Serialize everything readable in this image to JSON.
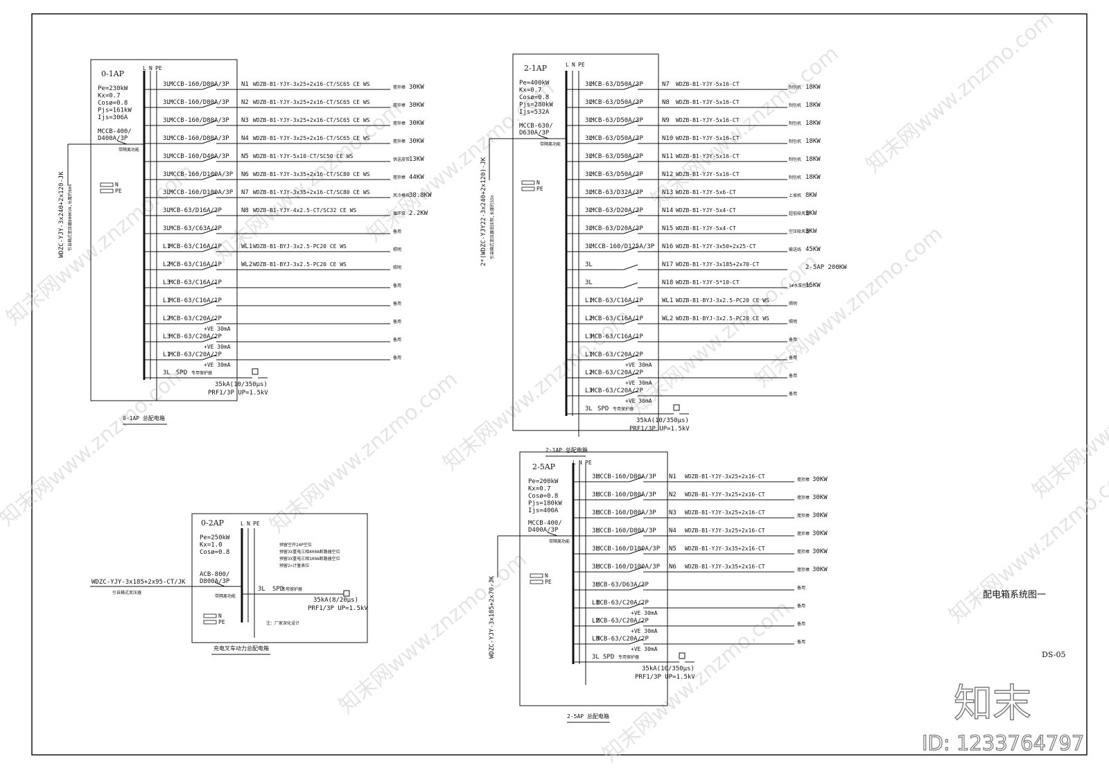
{
  "sheet": {
    "title": "配电箱系统图一",
    "drawing_no": "DS-05",
    "logo": "知末",
    "id_text": "ID: 1233764797",
    "watermark": "知末网www.znzmo.com"
  },
  "labels": {
    "phase_header": [
      "L",
      "N",
      "PE"
    ],
    "n_bar": "N",
    "pe_bar": "PE",
    "isolation": "带隔离功能",
    "spd_note": "专用保护器"
  },
  "boxes": [
    {
      "id": "0-1AP",
      "caption": "0-1AP 总配电箱",
      "specs": [
        "Pe=230kW",
        "Kx=0.7",
        "Cosø=0.8",
        "Pjs=161kW",
        "Ijs=306A"
      ],
      "main_breaker": [
        "MCCB-400/",
        "D400A/3P"
      ],
      "incoming": "WDZC-YJY-3x240+2x120-JK",
      "incoming_note": "引自箱式变压器800KVA,长度约60m",
      "spd": {
        "phase": "3L",
        "label": "SPD",
        "rating": "35kA(10/350μs)",
        "prf": "PRF1/3P UP=1.5kV"
      },
      "circuits": [
        {
          "phase": "3L",
          "breaker": "MCCB-160/D80A/3P",
          "id": "N1",
          "cable": "WDZB-B1-YJY-3x25+2x16-CT/SC65 CE WS",
          "load": "搅拌棒",
          "power": "30KW"
        },
        {
          "phase": "3L",
          "breaker": "MCCB-160/D80A/3P",
          "id": "N2",
          "cable": "WDZB-B1-YJY-3x25+2x16-CT/SC65 CE WS",
          "load": "搅拌棒",
          "power": "30KW"
        },
        {
          "phase": "3L",
          "breaker": "MCCB-160/D80A/3P",
          "id": "N3",
          "cable": "WDZB-B1-YJY-3x25+2x16-CT/SC65 CE WS",
          "load": "搅拌棒",
          "power": "30KW"
        },
        {
          "phase": "3L",
          "breaker": "MCCB-160/D80A/3P",
          "id": "N4",
          "cable": "WDZB-B1-YJY-3x25+2x16-CT/SC65 CE WS",
          "load": "搅拌棒",
          "power": "30KW"
        },
        {
          "phase": "3L",
          "breaker": "MCCB-160/D40A/3P",
          "id": "N5",
          "cable": "WDZB-B1-YJY-5x10-CT/SC50 CE WS",
          "load": "供送皮带",
          "power": "13KW"
        },
        {
          "phase": "3L",
          "breaker": "MCCB-160/D100A/3P",
          "id": "N6",
          "cable": "WDZB-B1-YJY-3x35+2x16-CT/SC80 CE WS",
          "load": "搅拌棒",
          "power": "44KW"
        },
        {
          "phase": "3L",
          "breaker": "MCCB-160/D100A/3P",
          "id": "N7",
          "cable": "WDZB-B1-YJY-3x35+2x16-CT/SC80 CE WS",
          "load": "风冷模块",
          "power": "38.8KW"
        },
        {
          "phase": "3L",
          "breaker": "MCB-63/D16A/3P",
          "id": "N8",
          "cable": "WDZB-B1-YJY-4x2.5-CT/SC32 CE WS",
          "load": "循环泵",
          "power": "2.2KW"
        },
        {
          "phase": "3L",
          "breaker": "MCB-63/C63A/3P",
          "id": "",
          "cable": "",
          "load": "备用",
          "power": ""
        },
        {
          "phase": "L1",
          "breaker": "MCB-63/C16A/1P",
          "id": "WL1",
          "cable": "WDZB-B1-BYJ-3x2.5-PC20 CE WS",
          "load": "照明",
          "power": ""
        },
        {
          "phase": "L2",
          "breaker": "MCB-63/C16A/1P",
          "id": "WL2",
          "cable": "WDZB-B1-BYJ-3x2.5-PC20 CE WS",
          "load": "照明",
          "power": ""
        },
        {
          "phase": "L3",
          "breaker": "MCB-63/C16A/1P",
          "id": "",
          "cable": "",
          "load": "备用",
          "power": ""
        },
        {
          "phase": "L1",
          "breaker": "MCB-63/C16A/1P",
          "id": "",
          "cable": "",
          "load": "备用",
          "power": ""
        },
        {
          "phase": "L2",
          "breaker": "MCB-63/C20A/2P",
          "rcd": "+VE 30mA",
          "id": "",
          "cable": "",
          "load": "备用",
          "power": ""
        },
        {
          "phase": "L3",
          "breaker": "MCB-63/C20A/2P",
          "rcd": "+VE 30mA",
          "id": "",
          "cable": "",
          "load": "备用",
          "power": ""
        },
        {
          "phase": "L1",
          "breaker": "MCB-63/C20A/2P",
          "rcd": "+VE 30mA",
          "id": "",
          "cable": "",
          "load": "备用",
          "power": ""
        }
      ]
    },
    {
      "id": "2-1AP",
      "caption": "2-1AP 总配电箱",
      "specs": [
        "Pe=400kW",
        "Kx=0.7",
        "Cosø=0.8",
        "Pjs=280kW",
        "Ijs=532A"
      ],
      "main_breaker": [
        "MCCB-630/",
        "D630A/3P"
      ],
      "incoming": "2*(WDZC-YJY22-3x240+2x120)-JK",
      "incoming_note": "引自箱式变压器低压侧,长度约55m",
      "spd": {
        "phase": "3L",
        "label": "SPD",
        "rating": "35kA(10/350μs)",
        "prf": "PRF1/3P UP=1.5kV"
      },
      "circuits": [
        {
          "phase": "3L",
          "breaker": "MCB-63/D50A/3P",
          "id": "N7",
          "cable": "WDZB-B1-YJY-5x16-CT",
          "load": "制包机",
          "power": "18KW"
        },
        {
          "phase": "3L",
          "breaker": "MCB-63/D50A/3P",
          "id": "N8",
          "cable": "WDZB-B1-YJY-5x16-CT",
          "load": "制包机",
          "power": "18KW"
        },
        {
          "phase": "3L",
          "breaker": "MCB-63/D50A/3P",
          "id": "N9",
          "cable": "WDZB-B1-YJY-5x16-CT",
          "load": "制包机",
          "power": "18KW"
        },
        {
          "phase": "3L",
          "breaker": "MCB-63/D50A/3P",
          "id": "N10",
          "cable": "WDZB-B1-YJY-5x16-CT",
          "load": "制包机",
          "power": "18KW"
        },
        {
          "phase": "3L",
          "breaker": "MCB-63/D50A/3P",
          "id": "N11",
          "cable": "WDZB-B1-YJY-5x16-CT",
          "load": "制包机",
          "power": "18KW"
        },
        {
          "phase": "3L",
          "breaker": "MCB-63/D50A/3P",
          "id": "N12",
          "cable": "WDZB-B1-YJY-5x16-CT",
          "load": "制包机",
          "power": "18KW"
        },
        {
          "phase": "3L",
          "breaker": "MCB-63/D32A/3P",
          "id": "N13",
          "cable": "WDZB-B1-YJY-5x6-CT",
          "load": "上坡机",
          "power": "8KW"
        },
        {
          "phase": "3L",
          "breaker": "MCB-63/D20A/3P",
          "id": "N14",
          "cable": "WDZB-B1-YJY-5x4-CT",
          "load": "超低吸风管",
          "power": "3KW"
        },
        {
          "phase": "3L",
          "breaker": "MCB-63/D20A/3P",
          "id": "N15",
          "cable": "WDZB-B1-YJY-5x4-CT",
          "load": "空压吸风管",
          "power": "3KW"
        },
        {
          "phase": "3L",
          "breaker": "MCCB-160/D125A/3P",
          "id": "N16",
          "cable": "WDZB-B1-YJY-3x50+2x25-CT",
          "load": "输送线",
          "power": "45KW"
        },
        {
          "phase": "3L",
          "breaker": "",
          "id": "N17",
          "cable": "WDZB-B1-YJY-3x185+2x70-CT",
          "load": "",
          "power": "2-5AP 200KW"
        },
        {
          "phase": "3L",
          "breaker": "",
          "id": "N18",
          "cable": "WDZB-B1-YJY-5*10-CT",
          "load": "1#水泵控制",
          "power": "15KW"
        },
        {
          "phase": "L1",
          "breaker": "MCB-63/C16A/1P",
          "id": "WL1",
          "cable": "WDZB-B1-BYJ-3x2.5-PC20 CE WS",
          "load": "照明",
          "power": ""
        },
        {
          "phase": "L2",
          "breaker": "MCB-63/C16A/1P",
          "id": "WL2",
          "cable": "WDZB-B1-BYJ-3x2.5-PC20 CE WS",
          "load": "照明",
          "power": ""
        },
        {
          "phase": "L3",
          "breaker": "MCB-63/C16A/1P",
          "id": "",
          "cable": "",
          "load": "备用",
          "power": ""
        },
        {
          "phase": "L1",
          "breaker": "MCB-63/C20A/2P",
          "rcd": "+VE 30mA",
          "id": "",
          "cable": "",
          "load": "备用",
          "power": ""
        },
        {
          "phase": "L2",
          "breaker": "MCB-63/C20A/2P",
          "rcd": "+VE 30mA",
          "id": "",
          "cable": "",
          "load": "备用",
          "power": ""
        },
        {
          "phase": "L3",
          "breaker": "MCB-63/C20A/2P",
          "rcd": "+VE 30mA",
          "id": "",
          "cable": "",
          "load": "备用",
          "power": ""
        }
      ]
    },
    {
      "id": "2-5AP",
      "caption": "2-5AP 总配电箱",
      "specs": [
        "Pe=200kW",
        "Kx=0.7",
        "Cosø=0.8",
        "Pjs=180kW",
        "Ijs=400A"
      ],
      "main_breaker": [
        "MCCB-400/",
        "D400A/3P"
      ],
      "incoming": "WDZC-YJY-3x185+2x70-JK",
      "incoming_note": "",
      "spd": {
        "phase": "3L",
        "label": "SPD",
        "rating": "35kA(10/350μs)",
        "prf": "PRF1/3P UP=1.5kV"
      },
      "circuits": [
        {
          "phase": "3L",
          "breaker": "MCCB-160/D80A/3P",
          "id": "N1",
          "cable": "WDZB-B1-YJY-3x25+2x16-CT",
          "load": "搅拌棒",
          "power": "30KW"
        },
        {
          "phase": "3L",
          "breaker": "MCCB-160/D80A/3P",
          "id": "N2",
          "cable": "WDZB-B1-YJY-3x25+2x16-CT",
          "load": "搅拌棒",
          "power": "30KW"
        },
        {
          "phase": "3L",
          "breaker": "MCCB-160/D80A/3P",
          "id": "N3",
          "cable": "WDZB-B1-YJY-3x25+2x16-CT",
          "load": "搅拌棒",
          "power": "30KW"
        },
        {
          "phase": "3L",
          "breaker": "MCCB-160/D80A/3P",
          "id": "N4",
          "cable": "WDZB-B1-YJY-3x25+2x16-CT",
          "load": "搅拌棒",
          "power": "30KW"
        },
        {
          "phase": "3L",
          "breaker": "MCCB-160/D100A/3P",
          "id": "N5",
          "cable": "WDZB-B1-YJY-3x35+2x16-CT",
          "load": "搅拌棒",
          "power": "30KW"
        },
        {
          "phase": "3L",
          "breaker": "MCCB-160/D100A/3P",
          "id": "N6",
          "cable": "WDZB-B1-YJY-3x35+2x16-CT",
          "load": "搅拌棒",
          "power": "30KW"
        },
        {
          "phase": "3L",
          "breaker": "MCB-63/D63A/3P",
          "id": "",
          "cable": "",
          "load": "备用",
          "power": ""
        },
        {
          "phase": "L1",
          "breaker": "MCB-63/C20A/2P",
          "rcd": "+VE 30mA",
          "id": "",
          "cable": "",
          "load": "备用",
          "power": ""
        },
        {
          "phase": "L2",
          "breaker": "MCB-63/C20A/2P",
          "rcd": "+VE 30mA",
          "id": "",
          "cable": "",
          "load": "备用",
          "power": ""
        },
        {
          "phase": "L3",
          "breaker": "MCB-63/C20A/2P",
          "rcd": "+VE 30mA",
          "id": "",
          "cable": "",
          "load": "备用",
          "power": ""
        }
      ]
    }
  ],
  "box02": {
    "id": "0-2AP",
    "caption": "充电叉车动力总配电箱",
    "specs": [
      "Pe=250kW",
      "Kx=1.0",
      "Cosø=0.8"
    ],
    "main_breaker": [
      "ACB-800/",
      "D800A/3P"
    ],
    "incoming": "WDZC-YJY-3x185+2x95-CT/JK",
    "incoming_note": "引自箱式变压器",
    "notes": [
      "预留空开24P空位",
      "预留3X重电三相400A断路器空位",
      "预留3X重电三相100A断路器空位",
      "预留2×计量表位"
    ],
    "footnote": "注：厂家深化设计",
    "spd": {
      "phase": "3L",
      "label": "SPD",
      "rating": "35kA(8/20μs)",
      "prf": "PRF1/3P UP=1.5kV"
    }
  }
}
